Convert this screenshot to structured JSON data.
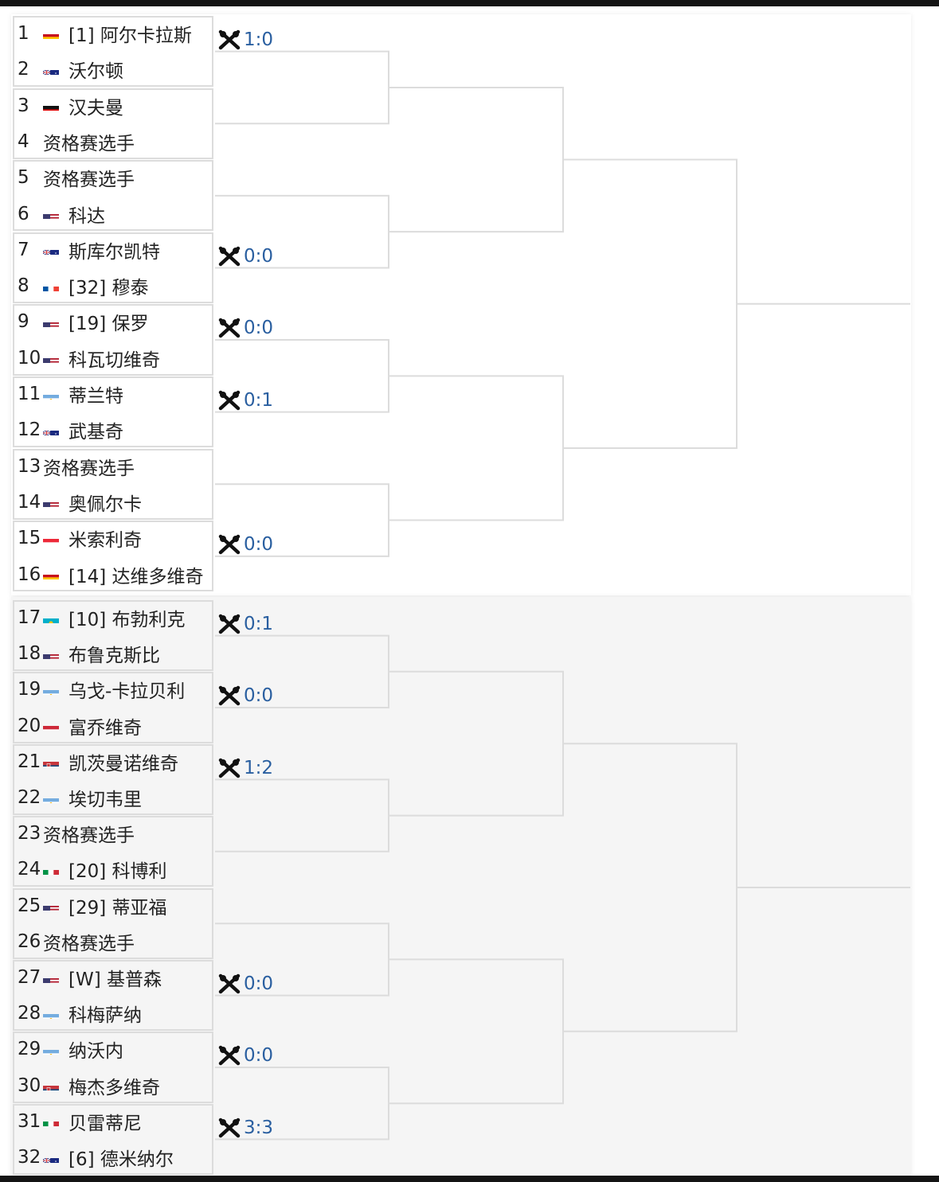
{
  "players": [
    {
      "num": "1",
      "label": "[1] 阿尔卡拉斯",
      "flag": "esp"
    },
    {
      "num": "2",
      "label": "沃尔顿",
      "flag": "aus"
    },
    {
      "num": "3",
      "label": "汉夫曼",
      "flag": "ger"
    },
    {
      "num": "4",
      "label": "资格赛选手",
      "flag": null
    },
    {
      "num": "5",
      "label": "资格赛选手",
      "flag": null
    },
    {
      "num": "6",
      "label": "科达",
      "flag": "usa"
    },
    {
      "num": "7",
      "label": "斯库尔凯特",
      "flag": "aus"
    },
    {
      "num": "8",
      "label": "[32] 穆泰",
      "flag": "fra"
    },
    {
      "num": "9",
      "label": "[19] 保罗",
      "flag": "usa"
    },
    {
      "num": "10",
      "label": "科瓦切维奇",
      "flag": "usa"
    },
    {
      "num": "11",
      "label": "蒂兰特",
      "flag": "arg"
    },
    {
      "num": "12",
      "label": "武基奇",
      "flag": "aus"
    },
    {
      "num": "13",
      "label": "资格赛选手",
      "flag": null
    },
    {
      "num": "14",
      "label": "奥佩尔卡",
      "flag": "usa"
    },
    {
      "num": "15",
      "label": "米索利奇",
      "flag": "aut"
    },
    {
      "num": "16",
      "label": "[14] 达维多维奇",
      "flag": "esp"
    },
    {
      "num": "17",
      "label": "[10] 布勃利克",
      "flag": "kaz"
    },
    {
      "num": "18",
      "label": "布鲁克斯比",
      "flag": "usa"
    },
    {
      "num": "19",
      "label": "乌戈-卡拉贝利",
      "flag": "arg"
    },
    {
      "num": "20",
      "label": "富乔维奇",
      "flag": "hun"
    },
    {
      "num": "21",
      "label": "凯茨曼诺维奇",
      "flag": "srb"
    },
    {
      "num": "22",
      "label": "埃切韦里",
      "flag": "arg"
    },
    {
      "num": "23",
      "label": "资格赛选手",
      "flag": null
    },
    {
      "num": "24",
      "label": "[20] 科博利",
      "flag": "ita"
    },
    {
      "num": "25",
      "label": "[29] 蒂亚福",
      "flag": "usa"
    },
    {
      "num": "26",
      "label": "资格赛选手",
      "flag": null
    },
    {
      "num": "27",
      "label": "[W] 基普森",
      "flag": "usa"
    },
    {
      "num": "28",
      "label": "科梅萨纳",
      "flag": "arg"
    },
    {
      "num": "29",
      "label": "纳沃内",
      "flag": "arg"
    },
    {
      "num": "30",
      "label": "梅杰多维奇",
      "flag": "srb"
    },
    {
      "num": "31",
      "label": "贝雷蒂尼",
      "flag": "ita"
    },
    {
      "num": "32",
      "label": "[6] 德米纳尔",
      "flag": "aus"
    }
  ],
  "scores": [
    {
      "player_index": 0,
      "text": "1:0"
    },
    {
      "player_index": 6,
      "text": "0:0"
    },
    {
      "player_index": 8,
      "text": "0:0"
    },
    {
      "player_index": 10,
      "text": "0:1"
    },
    {
      "player_index": 14,
      "text": "0:0"
    },
    {
      "player_index": 16,
      "text": "0:1"
    },
    {
      "player_index": 18,
      "text": "0:0"
    },
    {
      "player_index": 20,
      "text": "1:2"
    },
    {
      "player_index": 26,
      "text": "0:0"
    },
    {
      "player_index": 28,
      "text": "0:0"
    },
    {
      "player_index": 30,
      "text": "3:3"
    }
  ],
  "colors": {
    "score_text": "#2a5fa0",
    "line": "#dcdcdc",
    "top_panel": "#ffffff",
    "bottom_panel": "#f5f5f5"
  },
  "score_icon": "crossed-rackets-icon"
}
